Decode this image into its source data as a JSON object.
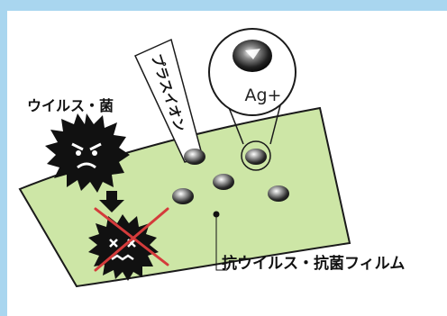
{
  "labels": {
    "virus_bacteria": "ウイルス・菌",
    "plus_ion": "プラスイオン",
    "silver_ion": "Ag+",
    "film": "抗ウイルス・抗菌フィルム"
  },
  "colors": {
    "frame": "#a9d6ef",
    "film": "#cde6a6",
    "virus": "#111111",
    "cross": "#d43b3b"
  }
}
